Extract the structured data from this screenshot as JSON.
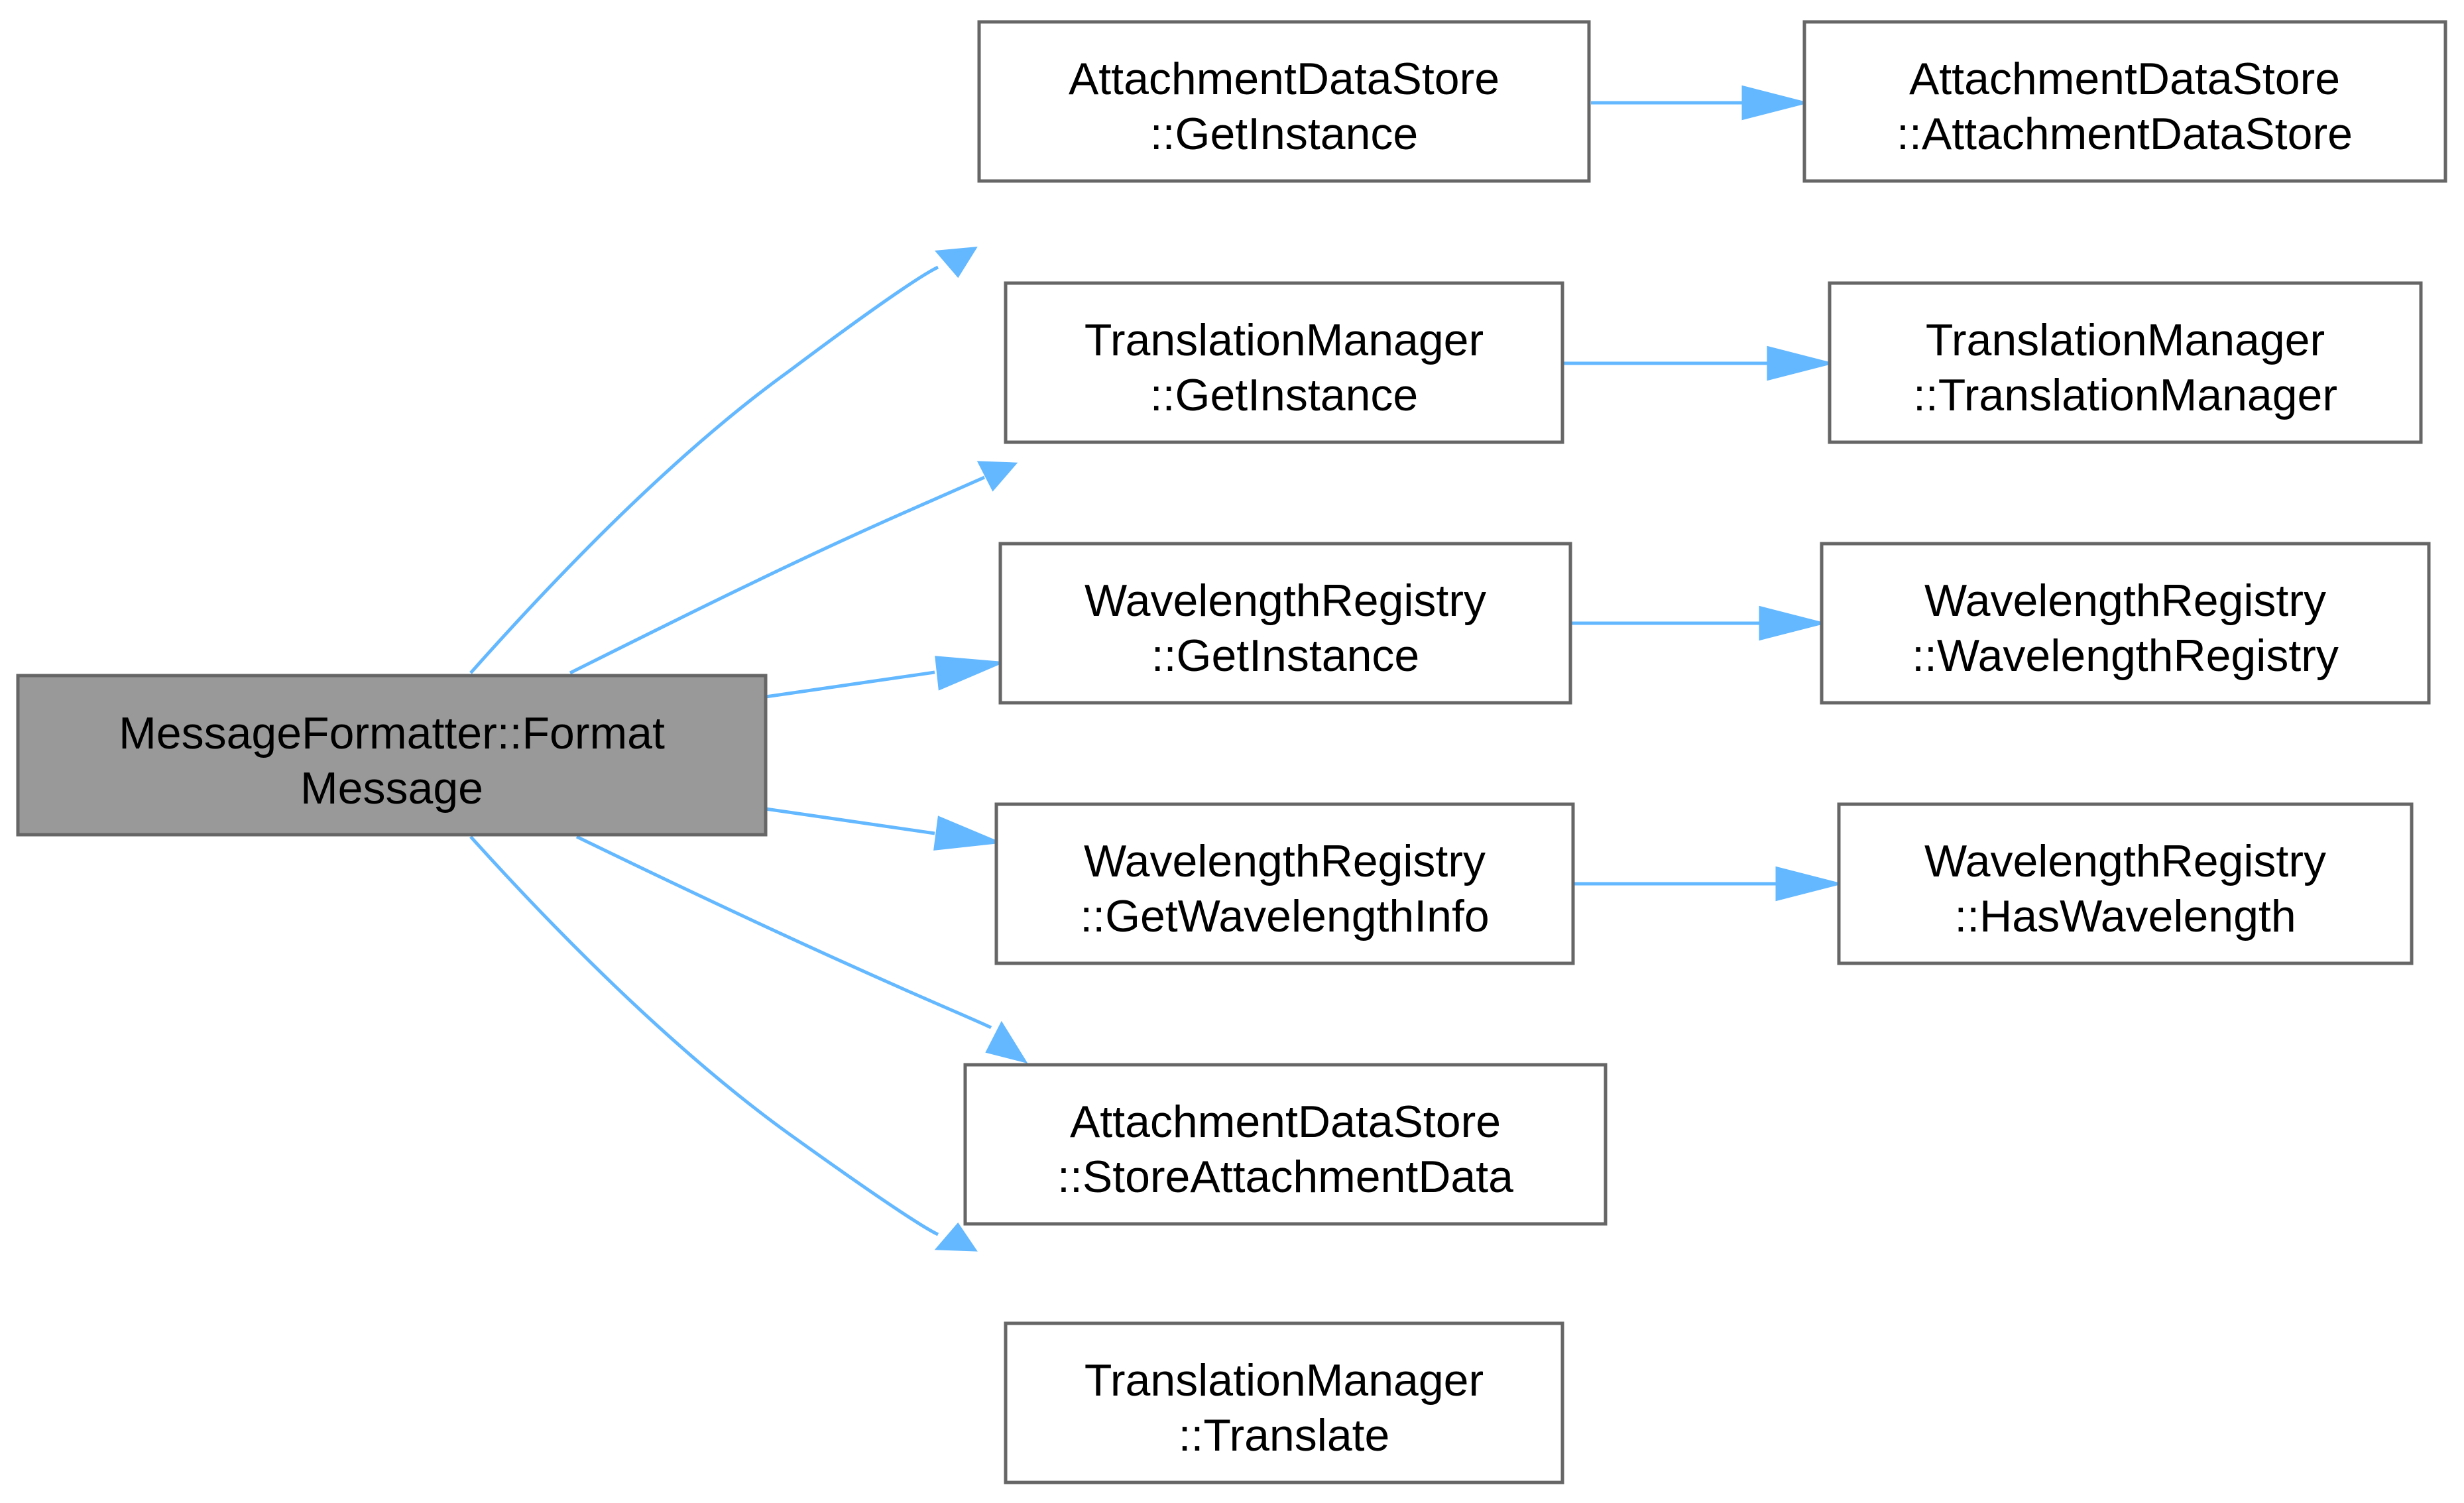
{
  "nodes": [
    {
      "id": "root",
      "line1": "MessageFormatter::Format",
      "line2": "Message"
    },
    {
      "id": "ads_gi",
      "line1": "AttachmentDataStore",
      "line2": "::GetInstance"
    },
    {
      "id": "ads_ctor",
      "line1": "AttachmentDataStore",
      "line2": "::AttachmentDataStore"
    },
    {
      "id": "tm_gi",
      "line1": "TranslationManager",
      "line2": "::GetInstance"
    },
    {
      "id": "tm_ctor",
      "line1": "TranslationManager",
      "line2": "::TranslationManager"
    },
    {
      "id": "wr_gi",
      "line1": "WavelengthRegistry",
      "line2": "::GetInstance"
    },
    {
      "id": "wr_ctor",
      "line1": "WavelengthRegistry",
      "line2": "::WavelengthRegistry"
    },
    {
      "id": "wr_gwi",
      "line1": "WavelengthRegistry",
      "line2": "::GetWavelengthInfo"
    },
    {
      "id": "wr_hw",
      "line1": "WavelengthRegistry",
      "line2": "::HasWavelength"
    },
    {
      "id": "ads_sad",
      "line1": "AttachmentDataStore",
      "line2": "::StoreAttachmentData"
    },
    {
      "id": "tm_tr",
      "line1": "TranslationManager",
      "line2": "::Translate"
    }
  ],
  "edges": [
    {
      "from": "root",
      "to": "ads_gi"
    },
    {
      "from": "root",
      "to": "tm_gi"
    },
    {
      "from": "root",
      "to": "wr_gi"
    },
    {
      "from": "root",
      "to": "wr_gwi"
    },
    {
      "from": "root",
      "to": "ads_sad"
    },
    {
      "from": "root",
      "to": "tm_tr"
    },
    {
      "from": "ads_gi",
      "to": "ads_ctor"
    },
    {
      "from": "tm_gi",
      "to": "tm_ctor"
    },
    {
      "from": "wr_gi",
      "to": "wr_ctor"
    },
    {
      "from": "wr_gwi",
      "to": "wr_hw"
    }
  ],
  "colors": {
    "root_fill": "#999999",
    "node_fill": "#ffffff",
    "node_border": "#666666",
    "edge": "#63b8ff"
  }
}
